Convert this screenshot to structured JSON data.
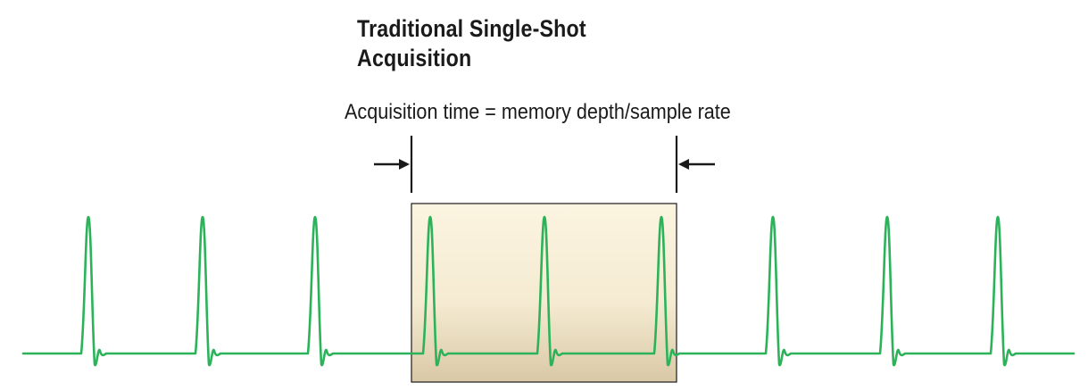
{
  "title": {
    "line1": "Traditional Single-Shot",
    "line2": "Acquisition"
  },
  "caption": "Acquisition time = memory depth/sample rate",
  "colors": {
    "signal": "#2cb35a",
    "window_top": "#fbf4e0",
    "window_bottom": "#d9c8a6",
    "window_border": "#1a1a1a",
    "text": "#1a1a1a"
  },
  "waveform": {
    "pulse_count": 9,
    "pulses_in_window": 3,
    "shape": "periodic spike with small ringing after each pulse"
  }
}
